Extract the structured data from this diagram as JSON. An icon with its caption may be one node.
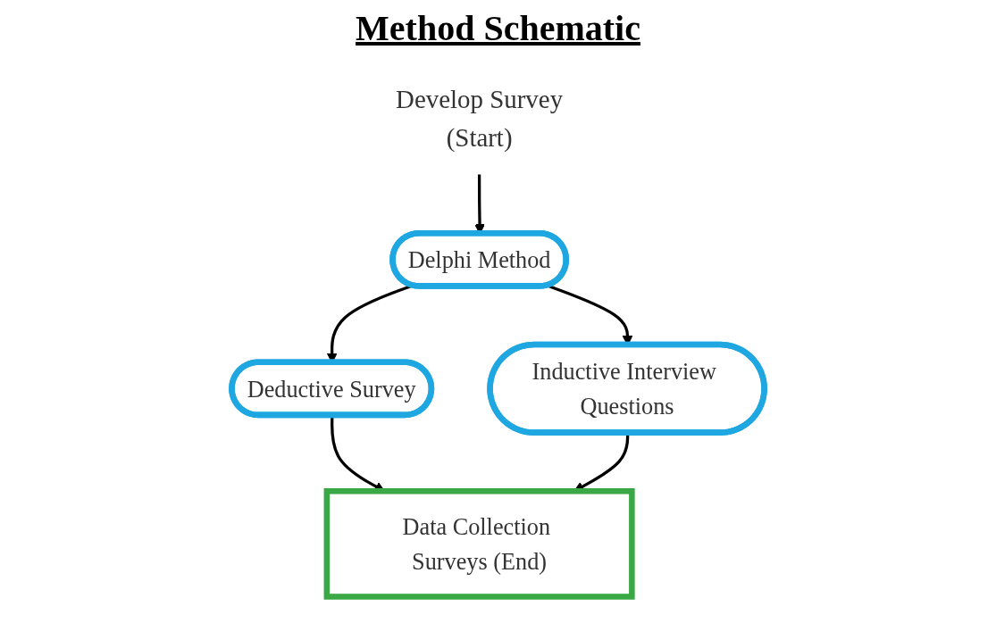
{
  "diagram": {
    "title": "Method Schematic",
    "nodes": [
      {
        "text": [
          "Develop Survey",
          "(Start)"
        ]
      },
      {
        "text": [
          "Delphi Method"
        ]
      },
      {
        "text": [
          "Deductive Survey"
        ]
      },
      {
        "text": [
          "Inductive Interview Questions"
        ]
      },
      {
        "text": [
          "Data Collection Surveys (End)"
        ]
      }
    ],
    "edges": [
      {
        "from": 0,
        "to": 1,
        "arrow": "to"
      },
      {
        "from": 1,
        "to": 2,
        "arrow": "to"
      },
      {
        "from": 1,
        "to": 3,
        "arrow": "to"
      },
      {
        "from": 2,
        "to": 4,
        "arrow": "to"
      },
      {
        "from": 3,
        "to": 4,
        "arrow": "to"
      }
    ]
  }
}
